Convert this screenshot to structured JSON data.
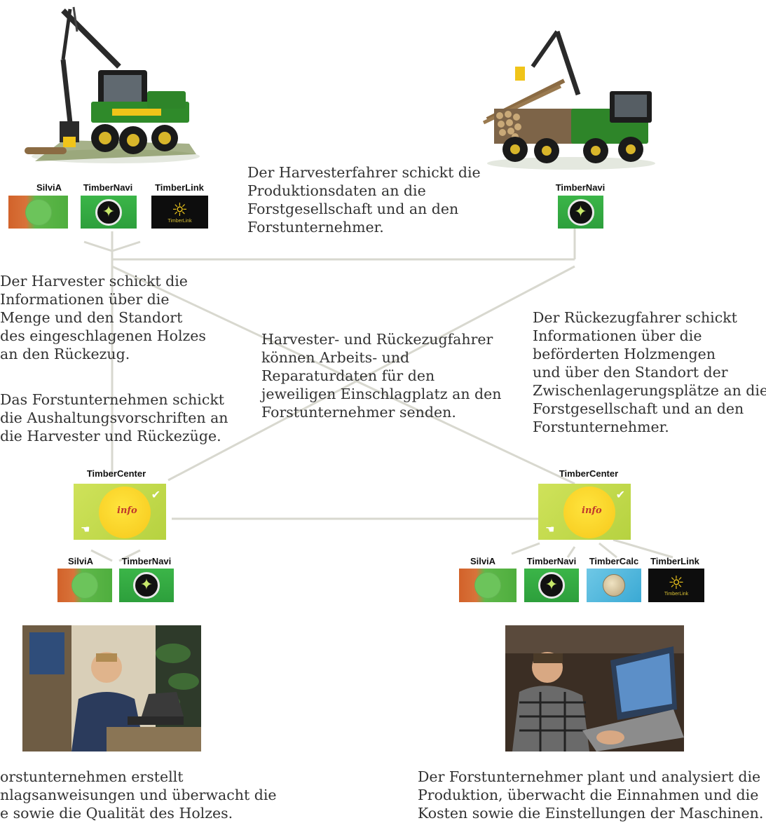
{
  "labels": {
    "silvia": "SilviA",
    "timbernavi": "TimberNavi",
    "timberlink": "TimberLink",
    "timbercenter": "TimberCenter",
    "timbercalc": "TimberCalc",
    "timberlink_small": "TimberLink",
    "info_text": "info"
  },
  "texts": {
    "harvester_driver": [
      "Der Harvesterfahrer schickt die",
      "Produktionsdaten an die",
      "Forstgesellschaft und an den",
      "Forstunternehmer."
    ],
    "harvester_sends": [
      "Der Harvester schickt die",
      "Informationen über die",
      "Menge und den Standort",
      "des eingeschlagenen Holzes",
      "an den Rückezug."
    ],
    "company_sends": [
      "Das Forstunternehmen schickt",
      "die Aushaltungsvorschriften an",
      "die Harvester und Rückezüge."
    ],
    "drivers_send": [
      "Harvester- und Rückezugfahrer",
      "können Arbeits- und",
      "Reparaturdaten für den",
      "jeweiligen Einschlagplatz an den",
      "Forstunternehmer senden."
    ],
    "forwarder_driver": [
      "Der Rückezugfahrer schickt",
      "Informationen über die",
      "beförderten Holzmengen",
      "und über den Standort der",
      "Zwischenlagerungsplätze an die",
      "Forstgesellschaft und an den",
      "Forstunternehmer."
    ],
    "company_creates": [
      "orstunternehmen erstellt",
      "nlagsanweisungen und überwacht die",
      "e sowie die Qualität des Holzes."
    ],
    "contractor_plans": [
      "Der Forstunternehmer plant und analysiert die",
      "Produktion, überwacht die Einnahmen und die",
      "Kosten sowie die Einstellungen der Maschinen."
    ]
  },
  "colors": {
    "connector": "#d6d6cc",
    "machine_green": "#2f7d2a",
    "machine_yellow": "#f0c419"
  },
  "icons": {
    "silvia": "silvia-icon",
    "timbernavi": "compass-icon",
    "timberlink": "timberlink-icon",
    "timbercalc": "coin-icon",
    "timbercenter": "info-sun-icon"
  }
}
